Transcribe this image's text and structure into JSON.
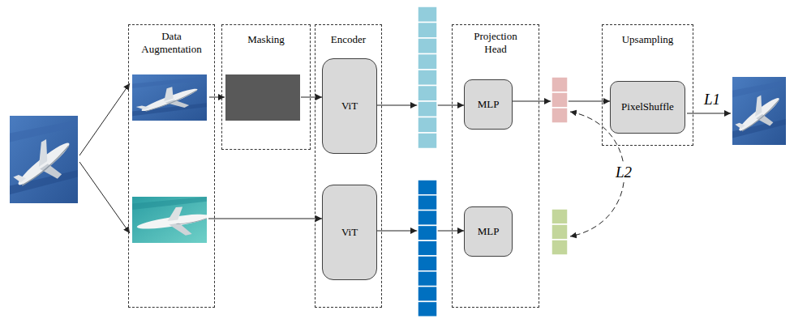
{
  "diagram": {
    "nodes": [
      {
        "text": [
          "Data Augmentation"
        ]
      },
      {
        "text": [
          "Masking"
        ]
      },
      {
        "text": [
          "Encoder"
        ]
      },
      {
        "text": [
          "ViT"
        ],
        "in": 2
      },
      {
        "text": [
          "ViT"
        ],
        "in": 2
      },
      {
        "text": [
          "Projection Head"
        ]
      },
      {
        "text": [
          "MLP"
        ],
        "in": 5
      },
      {
        "text": [
          "MLP"
        ],
        "in": 5
      },
      {
        "text": [
          "Upsampling"
        ]
      },
      {
        "text": [
          "PixelShuffle"
        ],
        "in": 8
      }
    ],
    "edges": [
      {
        "from": 0,
        "to": 1,
        "arrow": "to"
      },
      {
        "from": 1,
        "to": 3,
        "arrow": "to"
      },
      {
        "from": 0,
        "to": 4,
        "arrow": "to"
      },
      {
        "from": 3,
        "to": 6,
        "arrow": "to"
      },
      {
        "from": 4,
        "to": 7,
        "arrow": "to"
      },
      {
        "from": 6,
        "to": 9,
        "arrow": "to"
      }
    ],
    "labels": [
      "L1",
      "L2"
    ]
  }
}
